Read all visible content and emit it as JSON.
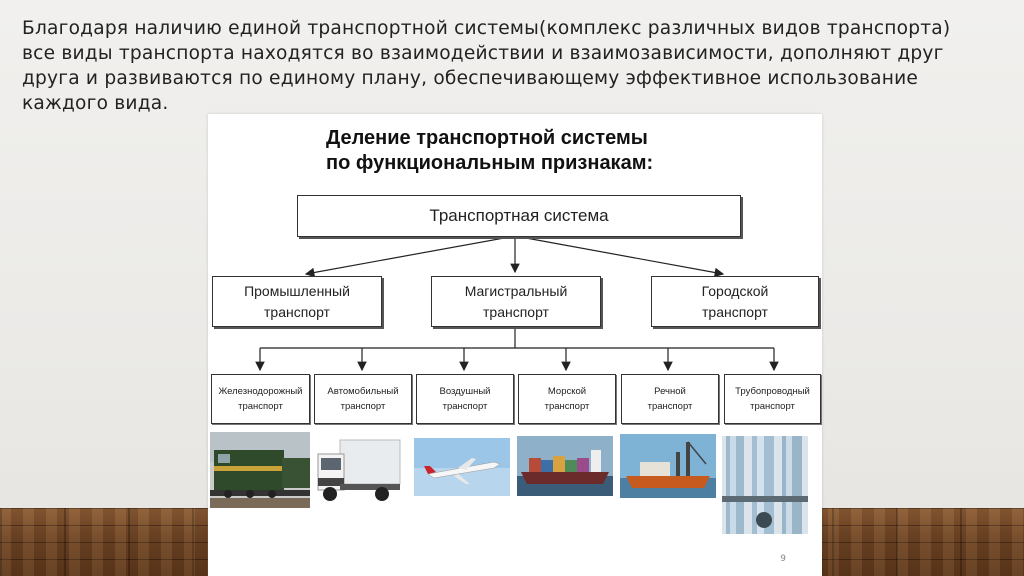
{
  "slide_text": {
    "paragraph": "Благодаря наличию единой транспортной системы(комплекс различных видов транспорта) все виды транспорта находятся во взаимодействии и взаимозависимости, дополняют друг друга и развиваются по единому плану, обеспечивающему эффективное использование каждого вида."
  },
  "diagram": {
    "title_line1": "Деление транспортной системы",
    "title_line2": "по функциональным признакам:",
    "root": "Транспортная система",
    "level1": [
      {
        "line1": "Промышленный",
        "line2": "транспорт"
      },
      {
        "line1": "Магистральный",
        "line2": "транспорт"
      },
      {
        "line1": "Городской",
        "line2": "транспорт"
      }
    ],
    "level2": [
      {
        "line1": "Железнодорожный",
        "line2": "транспорт"
      },
      {
        "line1": "Автомобильный",
        "line2": "транспорт"
      },
      {
        "line1": "Воздушный",
        "line2": "транспорт"
      },
      {
        "line1": "Морской",
        "line2": "транспорт"
      },
      {
        "line1": "Речной",
        "line2": "транспорт"
      },
      {
        "line1": "Трубопроводный",
        "line2": "транспорт"
      }
    ],
    "photos": [
      "locomotive-photo",
      "truck-photo",
      "airplane-photo",
      "container-ship-photo",
      "river-vessel-photo",
      "pipeline-photo"
    ],
    "page_number": "9"
  }
}
